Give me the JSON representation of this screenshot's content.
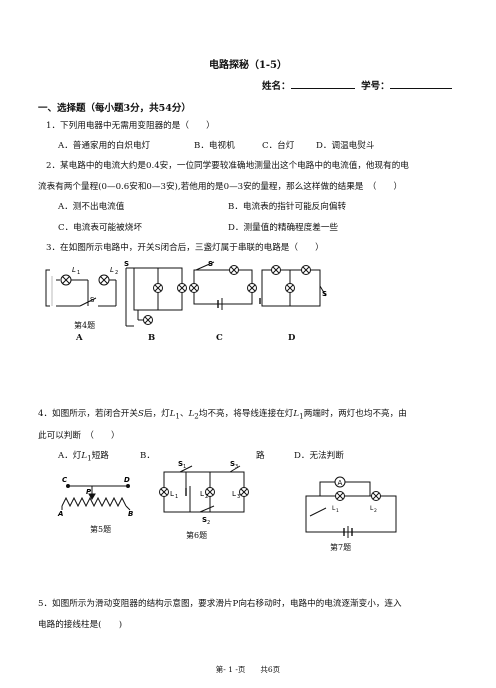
{
  "title": "电路探秘（1-5）",
  "name_label": "姓名：",
  "id_label": "学号：",
  "section1": "一、选择题（每小题3分，共54分）",
  "q1": {
    "stem": "1．下列用电器中无需用变阻器的是（　　）",
    "a": "A．普通家用的白炽电灯",
    "b": "B．电视机",
    "c": "C．台灯",
    "d": "D．调温电熨斗"
  },
  "q2": {
    "line1": "2．某电路中的电流大约是0.4安，一位同学要较准确地测量出这个电路中的电流值，他现有的电",
    "line2": "流表有两个量程(0—0.6安和0—3安),若他用的是0—3安的量程，那么这样做的结果是　（　　）",
    "a": "A．测不出电流值",
    "b": "B．电流表的指针可能反向偏转",
    "c": "C．电流表可能被烧坏",
    "d": "D．测量值的精确程度差一些"
  },
  "q3": {
    "stem": "3．在如图所示电路中，开关S闭合后，三盏灯属于串联的电路是（　　）",
    "fig_caption": "第4题",
    "labels": [
      "A",
      "B",
      "C",
      "D"
    ],
    "l1": "L",
    "l1_sub": "1",
    "l2": "L",
    "l2_sub": "2",
    "s": "S"
  },
  "q4": {
    "line1_pre": "4．如图所示，若闭合开关",
    "s": "S",
    "line1_mid1": "后，灯",
    "l": "L",
    "sub1": "1",
    "sub2": "2",
    "line1_mid2": "均不亮，将导线连接在灯",
    "line1_post": "两端时，两灯也均不亮，由",
    "comma": "、",
    "line2": "此可以判断　（　　）",
    "a": "A．灯",
    "a_post": "短路",
    "b": "B．",
    "c": "路",
    "d": "D．无法判断"
  },
  "figs": {
    "fig5": "第5题",
    "fig6": "第6题",
    "fig7": "第7题",
    "c": "C",
    "d": "D",
    "a": "A",
    "b": "B",
    "p": "P",
    "s1": "S",
    "s2": "S",
    "s3": "S",
    "n1": "1",
    "n2": "2",
    "n3": "3",
    "lamp1": "L",
    "lamp2": "L",
    "lamp3": "L",
    "ammeter": "A"
  },
  "q5": {
    "line1": "5．如图所示为滑动变阻器的结构示意图，要求滑片P向右移动时，电路中的电流逐渐变小，连入",
    "line2": "电路的接线柱是(　　)"
  },
  "footer": "第- 1 -页　　共6页"
}
